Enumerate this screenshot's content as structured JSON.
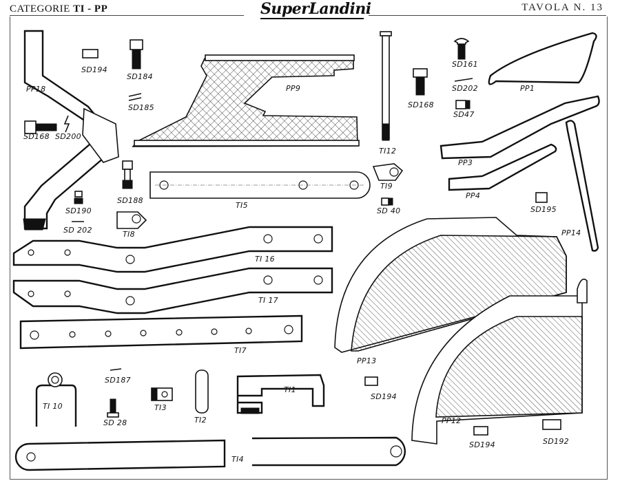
{
  "header": {
    "category_prefix": "CATEGORIE",
    "category_code": "TI - PP",
    "brand_logo": "SuperLandini",
    "plate_label": "TAVOLA N. 13"
  },
  "parts": {
    "PP18": "PP18",
    "SD194_a": "SD194",
    "SD184": "SD184",
    "SD185": "SD185",
    "SD168_a": "SD168",
    "SD200": "SD200",
    "SD188": "SD188",
    "SD190": "SD190",
    "SD202_a": "SD 202",
    "TI8": "TI8",
    "PP9": "PP9",
    "TI5": "TI5",
    "TI12": "TI12",
    "SD168_b": "SD168",
    "SD161": "SD161",
    "SD202_b": "SD202",
    "SD47": "SD47",
    "PP1": "PP1",
    "PP3": "PP3",
    "PP4": "PP4",
    "TI9": "TI9",
    "SD40": "SD 40",
    "SD195": "SD195",
    "PP14": "PP14",
    "TI16": "TI 16",
    "TI17": "TI 17",
    "TI7": "TI7",
    "PP13": "PP13",
    "PP12": "PP12",
    "SD194_b": "SD194",
    "SD194_c": "SD194",
    "SD192": "SD192",
    "TI10": "TI 10",
    "SD187": "SD187",
    "SD28": "SD 28",
    "TI3": "TI3",
    "TI2": "TI2",
    "TI1": "TI1",
    "TI4": "TI4"
  }
}
